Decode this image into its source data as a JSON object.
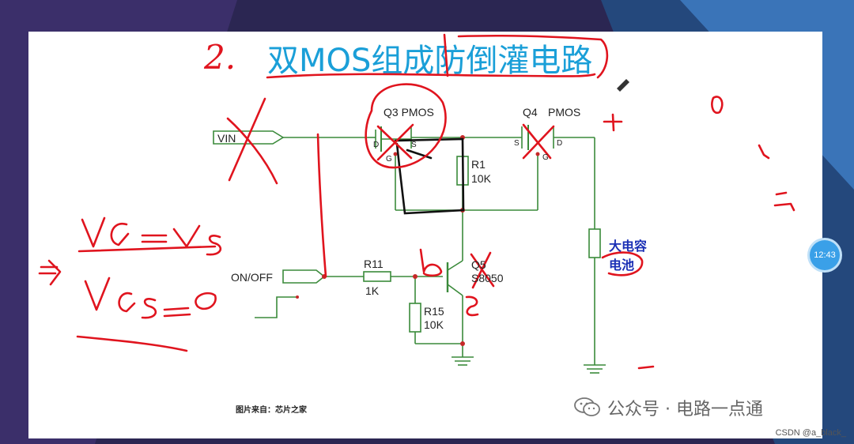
{
  "slide": {
    "title_number": "2.",
    "title": "双MOS组成防倒灌电路"
  },
  "circuit": {
    "vin": "VIN",
    "q3": "Q3 PMOS",
    "q4": "Q4",
    "q4_type": "PMOS",
    "r1_name": "R1",
    "r1_value": "10K",
    "r11_name": "R11",
    "r11_value": "1K",
    "r15_name": "R15",
    "r15_value": "10K",
    "q5_name": "Q5",
    "q5_part": "S8050",
    "onoff": "ON/OFF",
    "cap_label_1": "大电容",
    "cap_label_2": "电池",
    "pin_d": "D",
    "pin_s": "S",
    "pin_g": "G",
    "source_credit": "图片来自：芯片之家"
  },
  "handwriting": {
    "eq1": "VG=VS",
    "eq2": "VGS=0"
  },
  "overlay": {
    "watermark": "公众号 · 电路一点通",
    "csdn": "CSDN @a_black_",
    "time": "12:43"
  },
  "colors": {
    "title": "#1a9fd8",
    "ink_red": "#e0141e",
    "wire_green": "#3a8a3a",
    "node_red": "#c62828",
    "ink_black": "#111111"
  }
}
